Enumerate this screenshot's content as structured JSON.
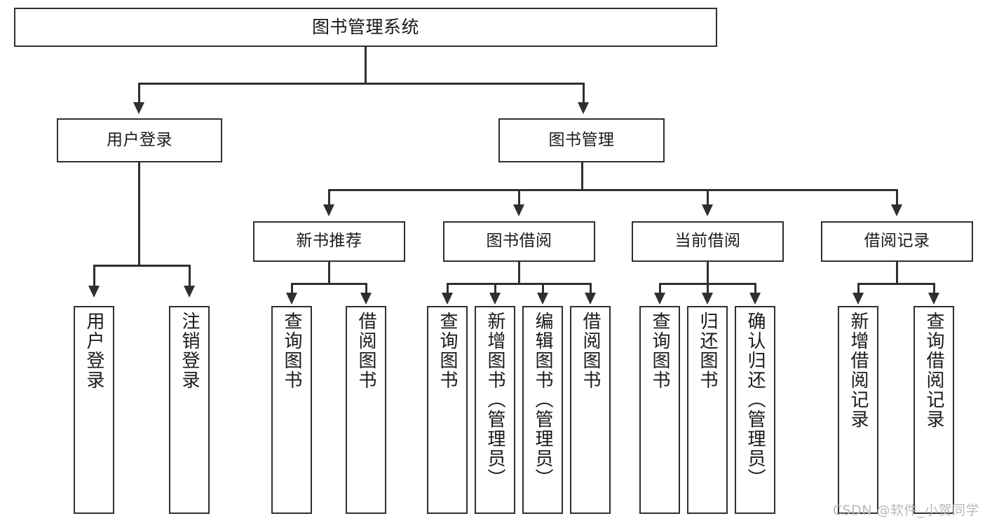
{
  "diagram": {
    "title": "图书管理系统",
    "type": "hierarchy-tree",
    "watermark": "CSDN @软件_小贺同学",
    "colors": {
      "stroke": "#2f2f2f",
      "fill": "#ffffff",
      "text": "#1a1a1a",
      "watermark": "#b9b9b9"
    },
    "root": {
      "label": "图书管理系统"
    },
    "level1": [
      {
        "id": "user-login",
        "label": "用户登录"
      },
      {
        "id": "book-manage",
        "label": "图书管理"
      }
    ],
    "level2": [
      {
        "id": "new-book-rec",
        "label": "新书推荐",
        "parent": "book-manage"
      },
      {
        "id": "book-borrow",
        "label": "图书借阅",
        "parent": "book-manage"
      },
      {
        "id": "current-borrow",
        "label": "当前借阅",
        "parent": "book-manage"
      },
      {
        "id": "borrow-record",
        "label": "借阅记录",
        "parent": "book-manage"
      }
    ],
    "leaves": [
      {
        "id": "leaf-user-login",
        "label": "用户登录",
        "parent": "user-login"
      },
      {
        "id": "leaf-logout",
        "label": "注销登录",
        "parent": "user-login"
      },
      {
        "id": "leaf-query-book-1",
        "label": "查询图书",
        "parent": "new-book-rec"
      },
      {
        "id": "leaf-borrow-book-1",
        "label": "借阅图书",
        "parent": "new-book-rec"
      },
      {
        "id": "leaf-query-book-2",
        "label": "查询图书",
        "parent": "book-borrow"
      },
      {
        "id": "leaf-add-book",
        "label": "新增图书（管理员）",
        "parent": "book-borrow"
      },
      {
        "id": "leaf-edit-book",
        "label": "编辑图书（管理员）",
        "parent": "book-borrow"
      },
      {
        "id": "leaf-borrow-book-2",
        "label": "借阅图书",
        "parent": "book-borrow"
      },
      {
        "id": "leaf-query-book-3",
        "label": "查询图书",
        "parent": "current-borrow"
      },
      {
        "id": "leaf-return-book",
        "label": "归还图书",
        "parent": "current-borrow"
      },
      {
        "id": "leaf-confirm-return",
        "label": "确认归还（管理员）",
        "parent": "current-borrow"
      },
      {
        "id": "leaf-add-record",
        "label": "新增借阅记录",
        "parent": "borrow-record"
      },
      {
        "id": "leaf-query-record",
        "label": "查询借阅记录",
        "parent": "borrow-record"
      }
    ]
  }
}
